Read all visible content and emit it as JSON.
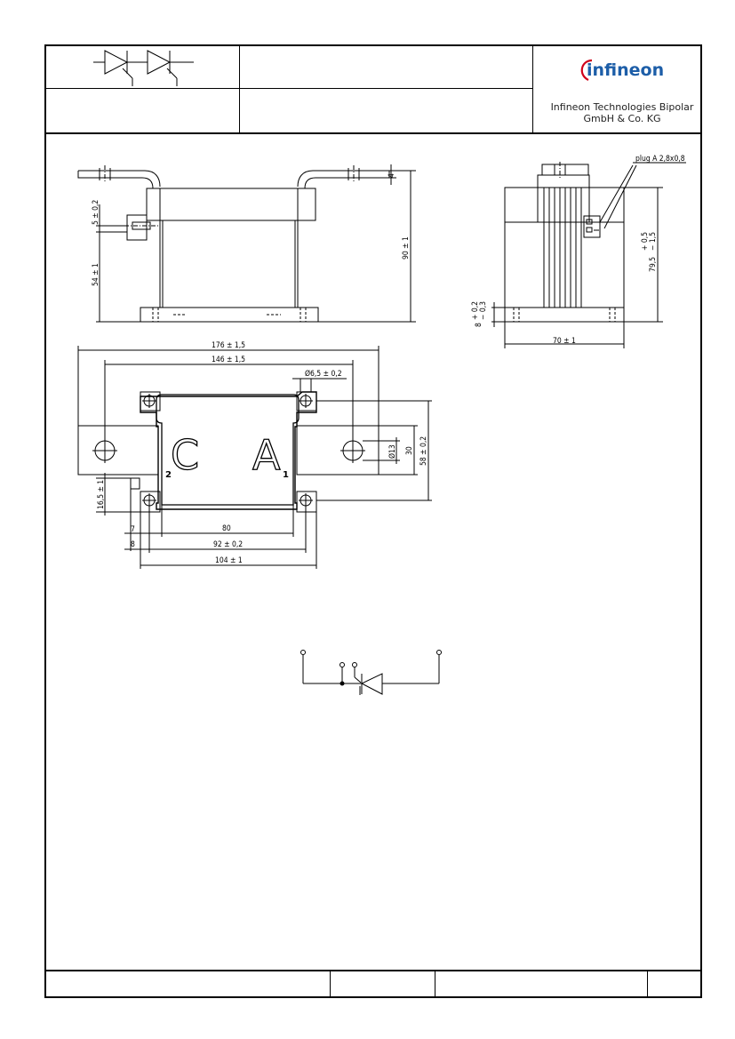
{
  "company": {
    "logo_text": "infineon",
    "name_line1": "Infineon Technologies Bipolar",
    "name_line2": "GmbH & Co. KG"
  },
  "drawing": {
    "front_view": {
      "dim_height_total": "90 ± 1",
      "dim_top": "4",
      "dim_gate": "5 ± 0,2",
      "dim_mid": "54 ± 1"
    },
    "side_view": {
      "plug_label": "plug  A  2,8x0,8",
      "dim_height": "79,5",
      "dim_height_tol_plus": "+ 0,5",
      "dim_height_tol_minus": "− 1,5",
      "dim_base": "8",
      "dim_base_tol_plus": "+ 0,2",
      "dim_base_tol_minus": "− 0,3",
      "dim_width": "70 ± 1"
    },
    "top_view": {
      "dim_176": "176 ± 1,5",
      "dim_146": "146 ± 1,5",
      "dim_hole": "Ø6,5 ± 0,2",
      "dim_13": "Ø13",
      "dim_30": "30",
      "dim_58": "58 ± 0,2",
      "dim_165": "16,5 ± 1",
      "dim_7": "7",
      "dim_8": "8",
      "dim_80": "80",
      "dim_92": "92 ± 0,2",
      "dim_104": "104 ± 1",
      "label_c": "C",
      "label_a": "A",
      "pin_2": "2",
      "pin_1": "1"
    }
  }
}
